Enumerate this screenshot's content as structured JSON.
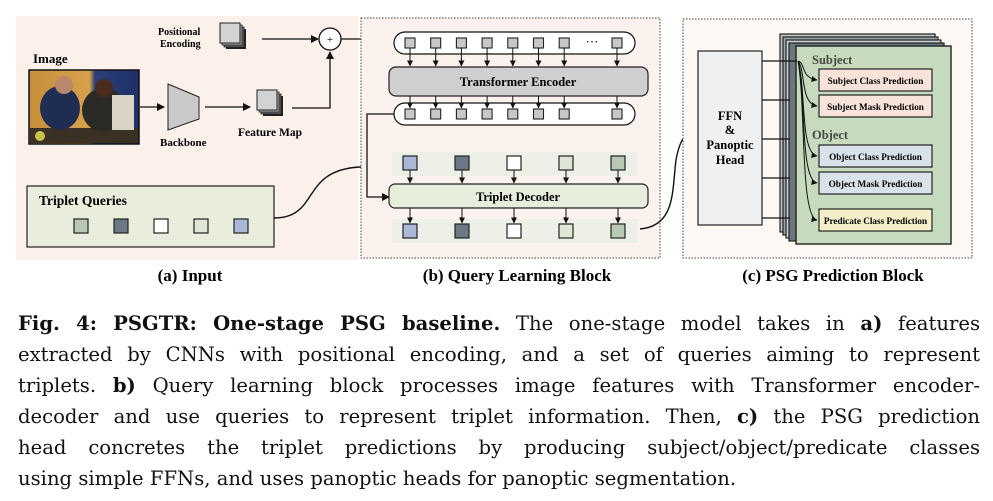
{
  "figure": {
    "panel_a": {
      "image_label": "Image",
      "positional_encoding_label": [
        "Positional",
        "Encoding"
      ],
      "backbone_label": "Backbone",
      "feature_map_label": "Feature Map",
      "plus_symbol": "+",
      "triplet_queries_label": "Triplet Queries",
      "query_colors": [
        "#b7c9b3",
        "#6b7886",
        "#ffffff",
        "#dfe6d3",
        "#a8b8d6"
      ],
      "caption": "(a) Input"
    },
    "panel_b": {
      "encoder_label": "Transformer Encoder",
      "token_count": 8,
      "ellipsis": "···",
      "decoder_label": "Triplet Decoder",
      "query_colors": [
        "#a8b8d6",
        "#6b7886",
        "#ffffff",
        "#dfe6d3",
        "#b7c9b3"
      ],
      "caption": "(b) Query Learning Block"
    },
    "panel_c": {
      "ffn_label": [
        "FFN",
        "&",
        "Panoptic",
        "Head"
      ],
      "subject_heading": "Subject",
      "object_heading": "Object",
      "predictions": [
        {
          "label": "Subject Class Prediction",
          "group": "subject"
        },
        {
          "label": "Subject Mask Prediction",
          "group": "subject"
        },
        {
          "label": "Object Class Prediction",
          "group": "object"
        },
        {
          "label": "Object Mask Prediction",
          "group": "object"
        },
        {
          "label": "Predicate Class Prediction",
          "group": "predicate"
        }
      ],
      "group_colors": {
        "subject": "#f7e3d9",
        "object": "#d9e2ea",
        "predicate": "#f3efc8"
      },
      "caption": "(c) PSG Prediction Block"
    }
  },
  "caption": {
    "lines": [
      [
        {
          "t": "Fig. 4: PSGTR: One-stage PSG baseline.",
          "b": true
        },
        {
          "t": " The one-stage model takes in "
        },
        {
          "t": "a)",
          "b": true
        },
        {
          "t": " features"
        }
      ],
      [
        {
          "t": "extracted by CNNs with positional encoding, and a set of queries aiming to represent"
        }
      ],
      [
        {
          "t": "triplets. "
        },
        {
          "t": "b)",
          "b": true
        },
        {
          "t": " Query learning block processes image features with Transformer encoder-"
        }
      ],
      [
        {
          "t": "decoder and use queries to represent triplet information. Then, "
        },
        {
          "t": "c)",
          "b": true
        },
        {
          "t": " the PSG prediction"
        }
      ],
      [
        {
          "t": "head concretes the triplet predictions by producing subject/object/predicate classes"
        }
      ],
      [
        {
          "t": "using simple FFNs, and uses panoptic heads for panoptic segmentation."
        }
      ]
    ]
  }
}
